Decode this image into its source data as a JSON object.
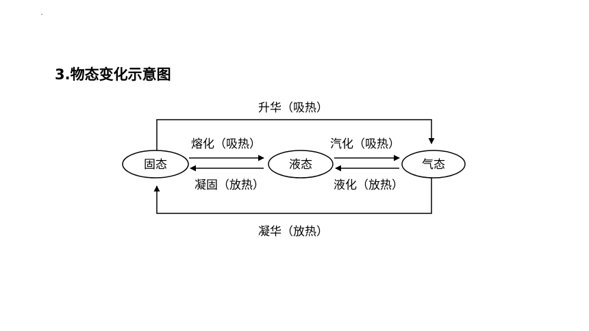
{
  "title": "3.物态变化示意图",
  "states": {
    "solid": "固态",
    "liquid": "液态",
    "gas": "气态"
  },
  "transitions": {
    "sublimation": "升华（吸热）",
    "melting": "熔化（吸热）",
    "solidification": "凝固（放热）",
    "vaporization": "汽化（吸热）",
    "liquefaction": "液化（放热）",
    "deposition": "凝华（放热）"
  }
}
